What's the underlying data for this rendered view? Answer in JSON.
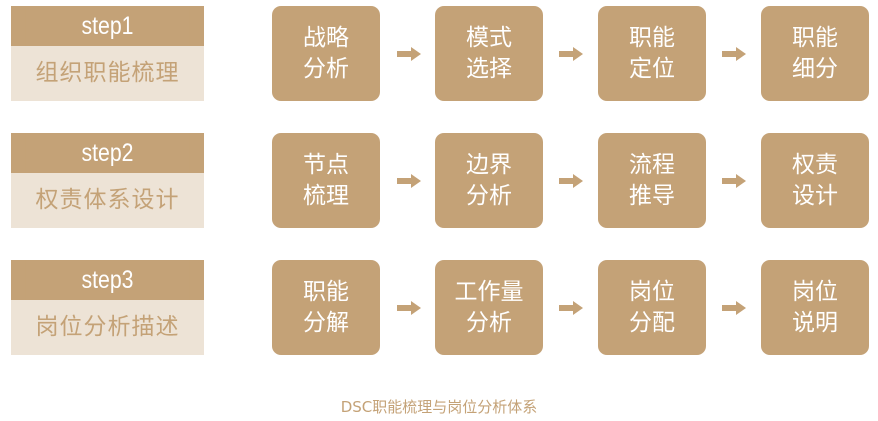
{
  "rows": [
    {
      "step": "step1",
      "title": "组织职能梳理",
      "boxes": [
        [
          "战略",
          "分析"
        ],
        [
          "模式",
          "选择"
        ],
        [
          "职能",
          "定位"
        ],
        [
          "职能",
          "细分"
        ]
      ]
    },
    {
      "step": "step2",
      "title": "权责体系设计",
      "boxes": [
        [
          "节点",
          "梳理"
        ],
        [
          "边界",
          "分析"
        ],
        [
          "流程",
          "推导"
        ],
        [
          "权责",
          "设计"
        ]
      ]
    },
    {
      "step": "step3",
      "title": "岗位分析描述",
      "boxes": [
        [
          "职能",
          "分解"
        ],
        [
          "工作量",
          "分析"
        ],
        [
          "岗位",
          "分配"
        ],
        [
          "岗位",
          "说明"
        ]
      ]
    }
  ],
  "caption": "DSC职能梳理与岗位分析体系",
  "colors": {
    "accent": "#c4a277",
    "light": "#ede3d6"
  }
}
